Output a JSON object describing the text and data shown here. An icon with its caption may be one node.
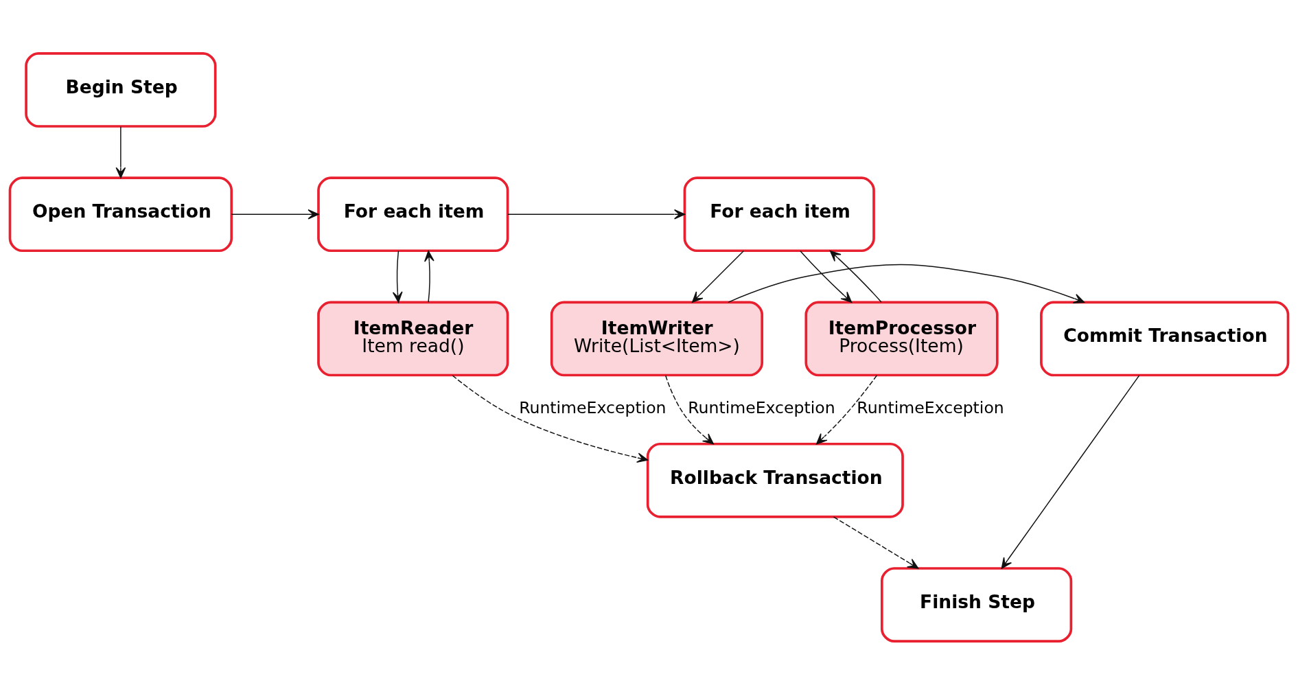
{
  "diagram": {
    "nodes": [
      {
        "text": [
          "Begin Step"
        ]
      },
      {
        "text": [
          "Open Transaction"
        ]
      },
      {
        "text": [
          "For each item"
        ]
      },
      {
        "text": [
          "For each item"
        ]
      },
      {
        "text": [
          "ItemReader",
          "Item read()"
        ]
      },
      {
        "text": [
          "ItemProcessor",
          "Process(Item)"
        ]
      },
      {
        "text": [
          "ItemWriter",
          "Write(List<Item>)"
        ]
      },
      {
        "text": [
          "Commit Transaction"
        ]
      },
      {
        "text": [
          "Rollback Transaction"
        ]
      },
      {
        "text": [
          "Finish Step"
        ]
      }
    ],
    "edges": [
      {
        "from": 0,
        "to": 1,
        "arrow": "to"
      },
      {
        "from": 1,
        "to": 2,
        "arrow": "to"
      },
      {
        "from": 2,
        "to": 3,
        "arrow": "to"
      },
      {
        "from": 4,
        "to": 2,
        "arrow": "to"
      },
      {
        "from": 2,
        "to": 4,
        "arrow": "to"
      },
      {
        "from": 3,
        "to": 5,
        "arrow": "to"
      },
      {
        "from": 5,
        "to": 3,
        "arrow": "to"
      },
      {
        "from": 3,
        "to": 6,
        "arrow": "to"
      },
      {
        "from": 6,
        "to": 7,
        "arrow": "to"
      },
      {
        "from": 4,
        "to": 8,
        "arrow": "to",
        "label": "RuntimeException",
        "style": "dashed"
      },
      {
        "from": 5,
        "to": 8,
        "arrow": "to",
        "label": "RuntimeException",
        "style": "dashed"
      },
      {
        "from": 6,
        "to": 8,
        "arrow": "to",
        "label": "RuntimeException",
        "style": "dashed"
      },
      {
        "from": 7,
        "to": 9,
        "arrow": "to"
      },
      {
        "from": 8,
        "to": 9,
        "arrow": "to",
        "style": "dashed"
      }
    ]
  }
}
